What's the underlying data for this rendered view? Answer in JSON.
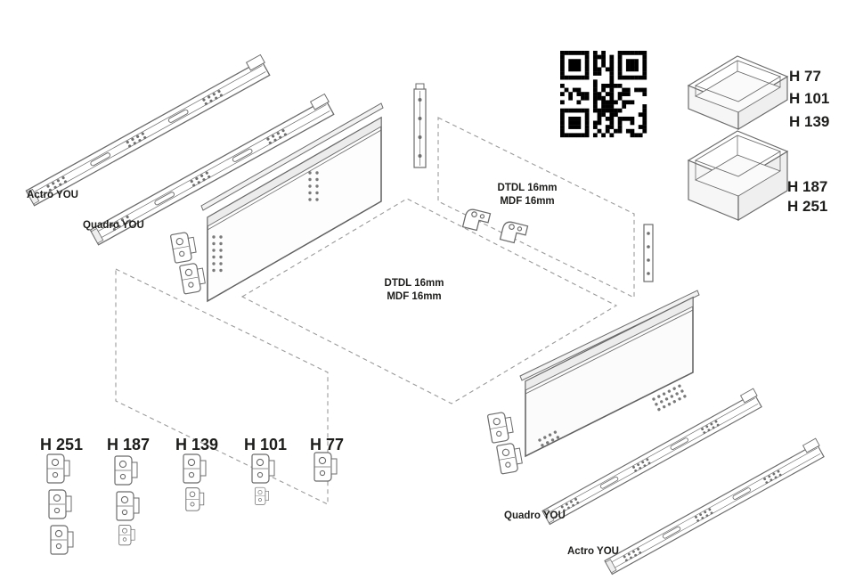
{
  "slides": {
    "actro_top_label": "Actro YOU",
    "quadro_top_label": "Quadro YOU",
    "quadro_bottom_label": "Quadro YOU",
    "actro_bottom_label": "Actro YOU"
  },
  "panels": {
    "rear_material_line1": "DTDL 16mm",
    "rear_material_line2": "MDF 16mm",
    "bottom_material_line1": "DTDL 16mm",
    "bottom_material_line2": "MDF 16mm"
  },
  "drawer_boxes": {
    "shallow_heights": [
      "H 77",
      "H 101",
      "H 139"
    ],
    "deep_heights": [
      "H 187",
      "H 251"
    ]
  },
  "front_brackets": {
    "heights": [
      "H 251",
      "H 187",
      "H 139",
      "H 101",
      "H 77"
    ]
  },
  "icons": {
    "qr": "qr-code"
  },
  "colors": {
    "line": "#6b6b6b",
    "dashed_line": "#9a9a9a",
    "text": "#1d1d1b",
    "qr": "#000000",
    "background": "#ffffff"
  }
}
